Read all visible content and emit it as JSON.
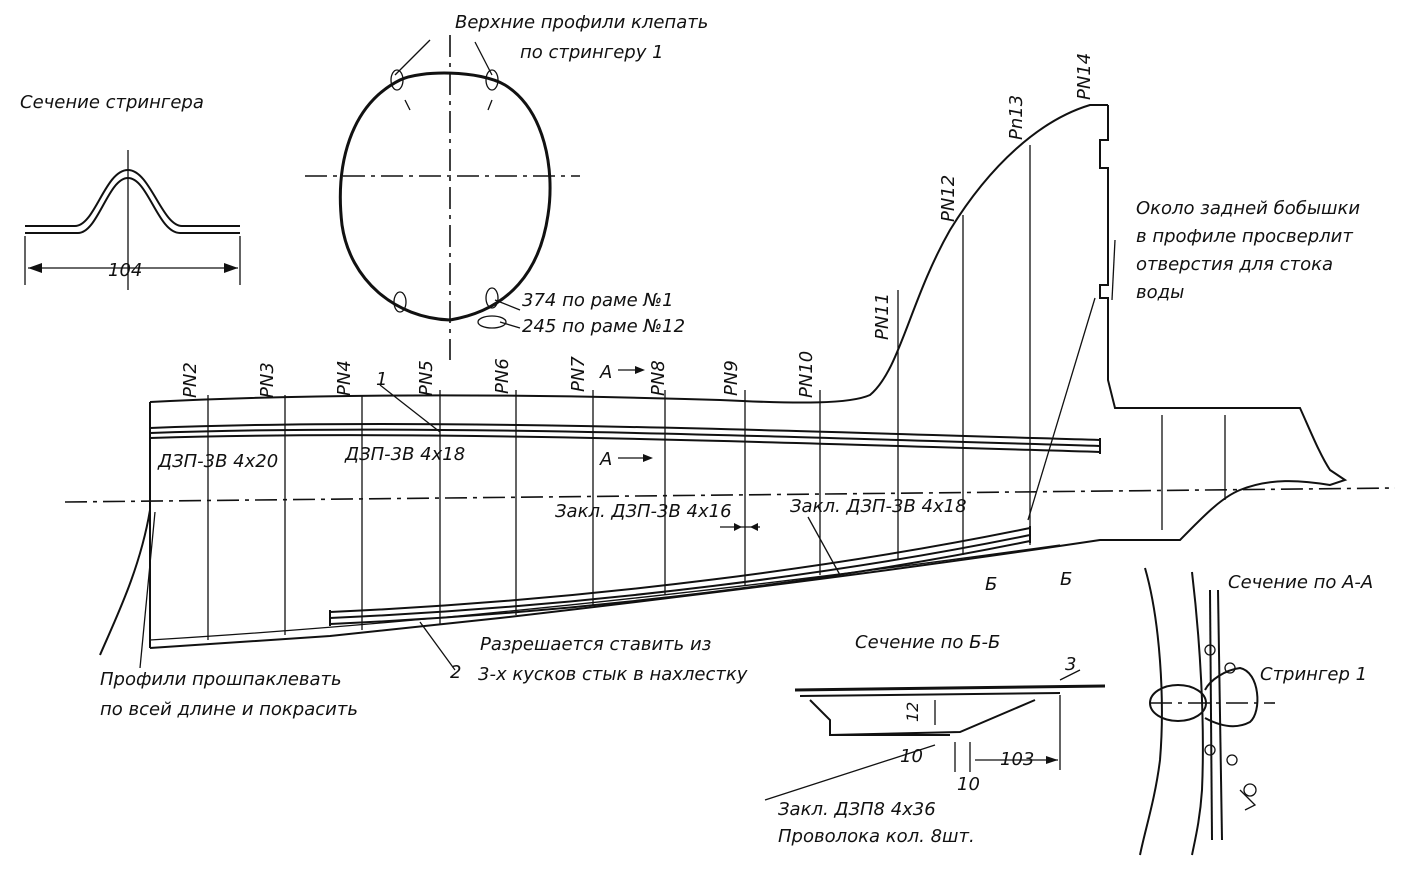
{
  "labels": {
    "stringer_section": "Сечение стрингера",
    "stringer_width": "104",
    "top_note_1": "Верхние профили  клепать",
    "top_note_2": "по стрингеру 1",
    "frame1": "374 по раме №1",
    "frame12": "245 по раме №12",
    "rear_note_1": "Около задней бобышки",
    "rear_note_2": "в профиле просверлит",
    "rear_note_3": "отверстия для стока",
    "rear_note_4": "воды",
    "profile_a": "ДЗП-3В  4x20",
    "profile_b": "ДЗП-3В  4x18",
    "lower_a": "Закл. ДЗП-3В  4x16",
    "lower_b": "Закл. ДЗП-3В  4x18",
    "mark_a1": "А",
    "mark_a2": "А",
    "mark_b1": "Б",
    "mark_b2": "Б",
    "mark_1": "1",
    "mark_2": "2",
    "mark_3": "3",
    "allow_1": "Разрешается  ставить из",
    "allow_2": "3-х кусков стык в нахлестку",
    "putty_1": "Профили прошпаклевать",
    "putty_2": "по всей длине и покрасить",
    "section_bb": "Сечение по Б-Б",
    "section_aa": "Сечение по А-А",
    "stringer1": "Стрингер 1",
    "dim_12": "12",
    "dim_10a": "10",
    "dim_10b": "10",
    "dim_103": "103",
    "rivet_1": "Закл. ДЗП8  4x36",
    "rivet_2": "Проволока кол. 8шт."
  },
  "frames": [
    "PN2",
    "PN3",
    "PN4",
    "PN5",
    "PN6",
    "PN7",
    "PN8",
    "PN9",
    "PN10",
    "PN11",
    "PN12",
    "Pn13",
    "PN14"
  ]
}
